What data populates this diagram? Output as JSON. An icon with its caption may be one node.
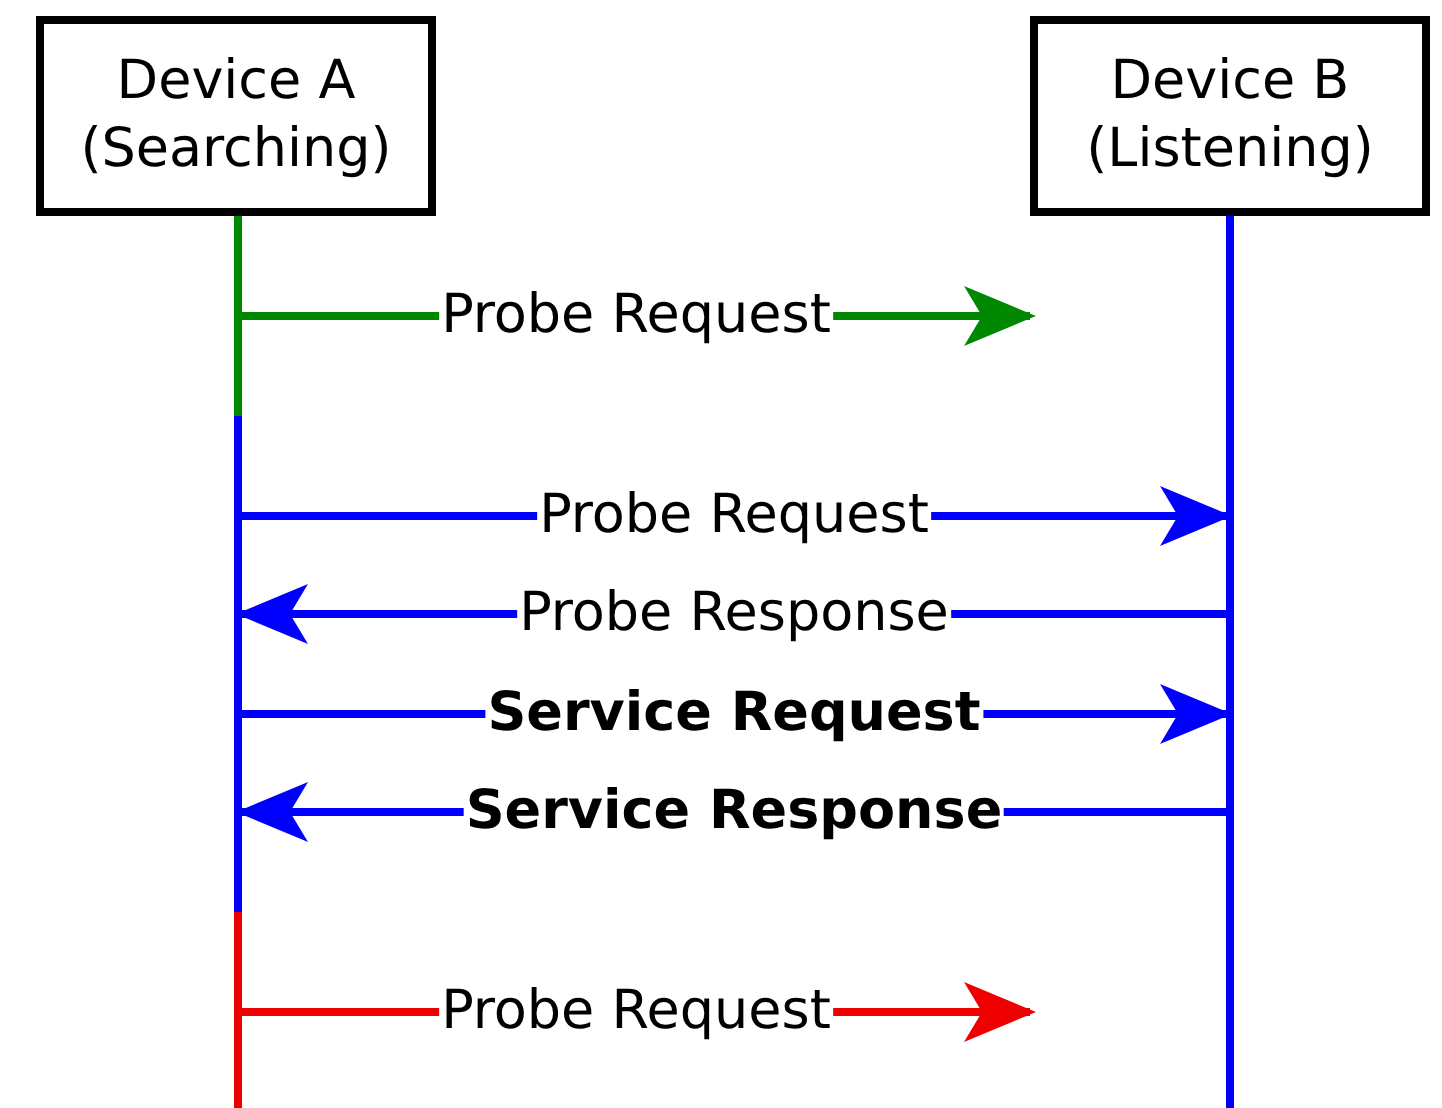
{
  "diagram": {
    "nodes": [
      {
        "text": [
          "Device A (Searching)"
        ]
      },
      {
        "text": [
          "Device B (Listening)"
        ]
      },
      {
        "text": [],
        "shape": "bar"
      },
      {
        "text": [],
        "shape": "bar"
      }
    ],
    "edges": [
      {
        "from": 2,
        "to": null,
        "arrow": "to",
        "label": "Probe Request",
        "color": "#008800"
      },
      {
        "from": 2,
        "to": 3,
        "arrow": "to",
        "label": "Probe Request"
      },
      {
        "from": 3,
        "to": 2,
        "arrow": "to",
        "label": "Probe Response"
      },
      {
        "from": 2,
        "to": 3,
        "arrow": "to",
        "label": "Service Request"
      },
      {
        "from": 3,
        "to": 2,
        "arrow": "to",
        "label": "Service Response"
      },
      {
        "from": 2,
        "to": null,
        "arrow": "to",
        "label": "Probe Request",
        "color": "#ee0000"
      }
    ]
  }
}
